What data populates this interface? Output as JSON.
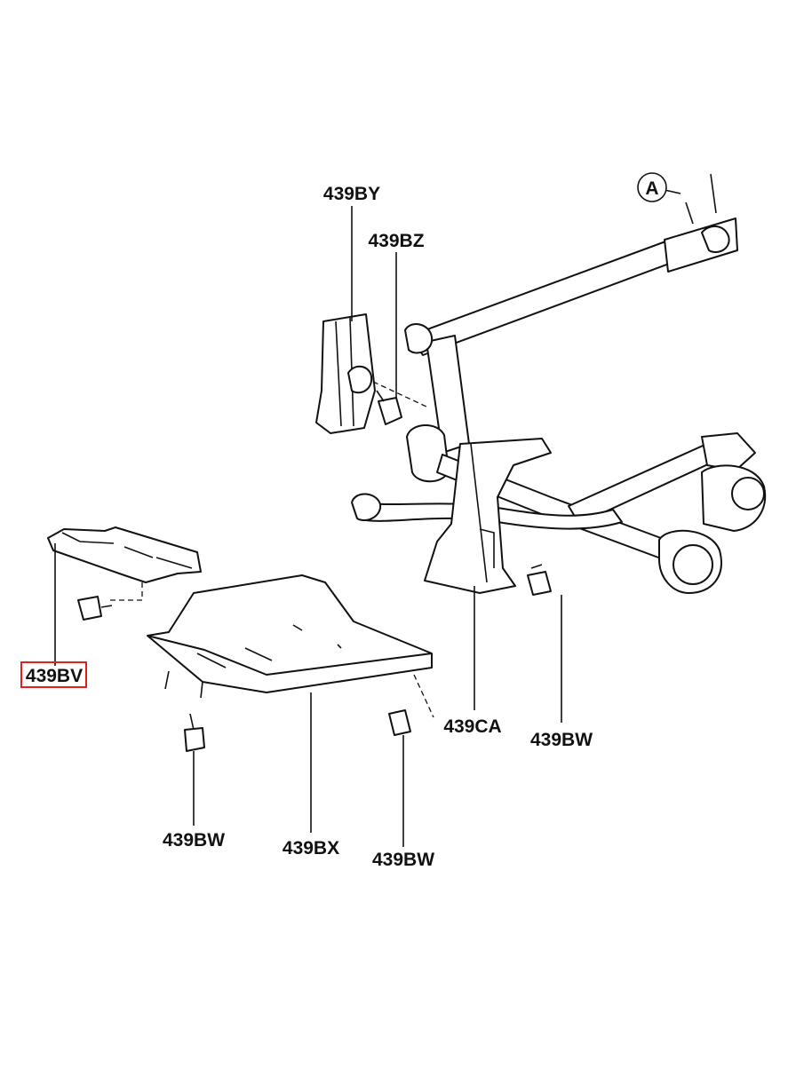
{
  "callouts": {
    "ref_a": "A",
    "bracket_upper": "439BY",
    "bolt_upper": "439BZ",
    "plate_small": "439BV",
    "plate_large": "439BX",
    "bracket_lower": "439CA",
    "bolt_right": "439BW",
    "bolt_left": "439BW",
    "bolt_mid": "439BW"
  },
  "colors": {
    "highlight_box": "#e0201c",
    "line_art": "#111111"
  }
}
